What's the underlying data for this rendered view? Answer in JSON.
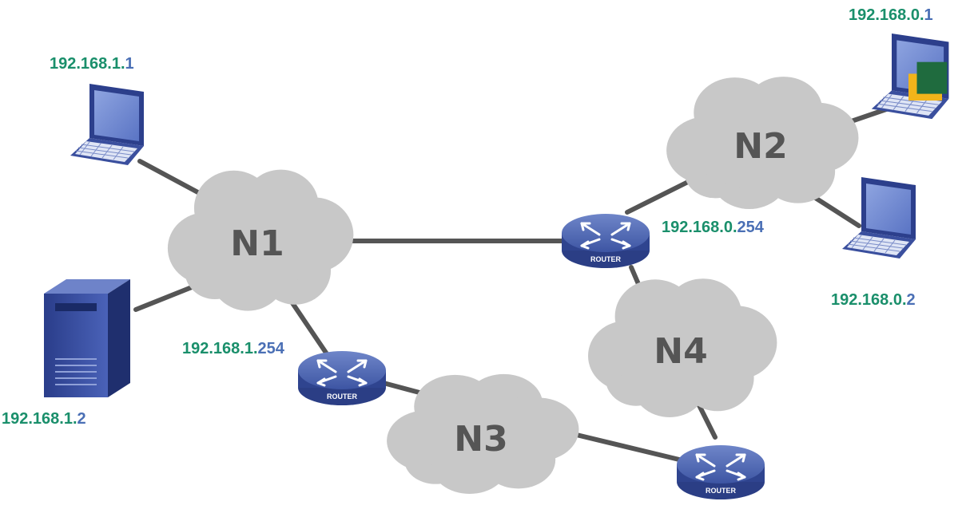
{
  "clouds": {
    "n1": "N1",
    "n2": "N2",
    "n3": "N3",
    "n4": "N4"
  },
  "router_label": "ROUTER",
  "addresses": {
    "laptop_n1": {
      "net": "192.168.1.",
      "host": "1"
    },
    "server_n1": {
      "net": "192.168.1.",
      "host": "2"
    },
    "router_n1": {
      "net": "192.168.1.",
      "host": "254"
    },
    "laptop_n2_a": {
      "net": "192.168.0.",
      "host": "1"
    },
    "laptop_n2_b": {
      "net": "192.168.0.",
      "host": "2"
    },
    "router_n2": {
      "net": "192.168.0.",
      "host": "254"
    }
  },
  "colors": {
    "net_part": "#1a8f6b",
    "host_part": "#4a6fb5",
    "link": "#555555",
    "cloud": "#c8c8c8",
    "router": "#3a4f9a"
  }
}
